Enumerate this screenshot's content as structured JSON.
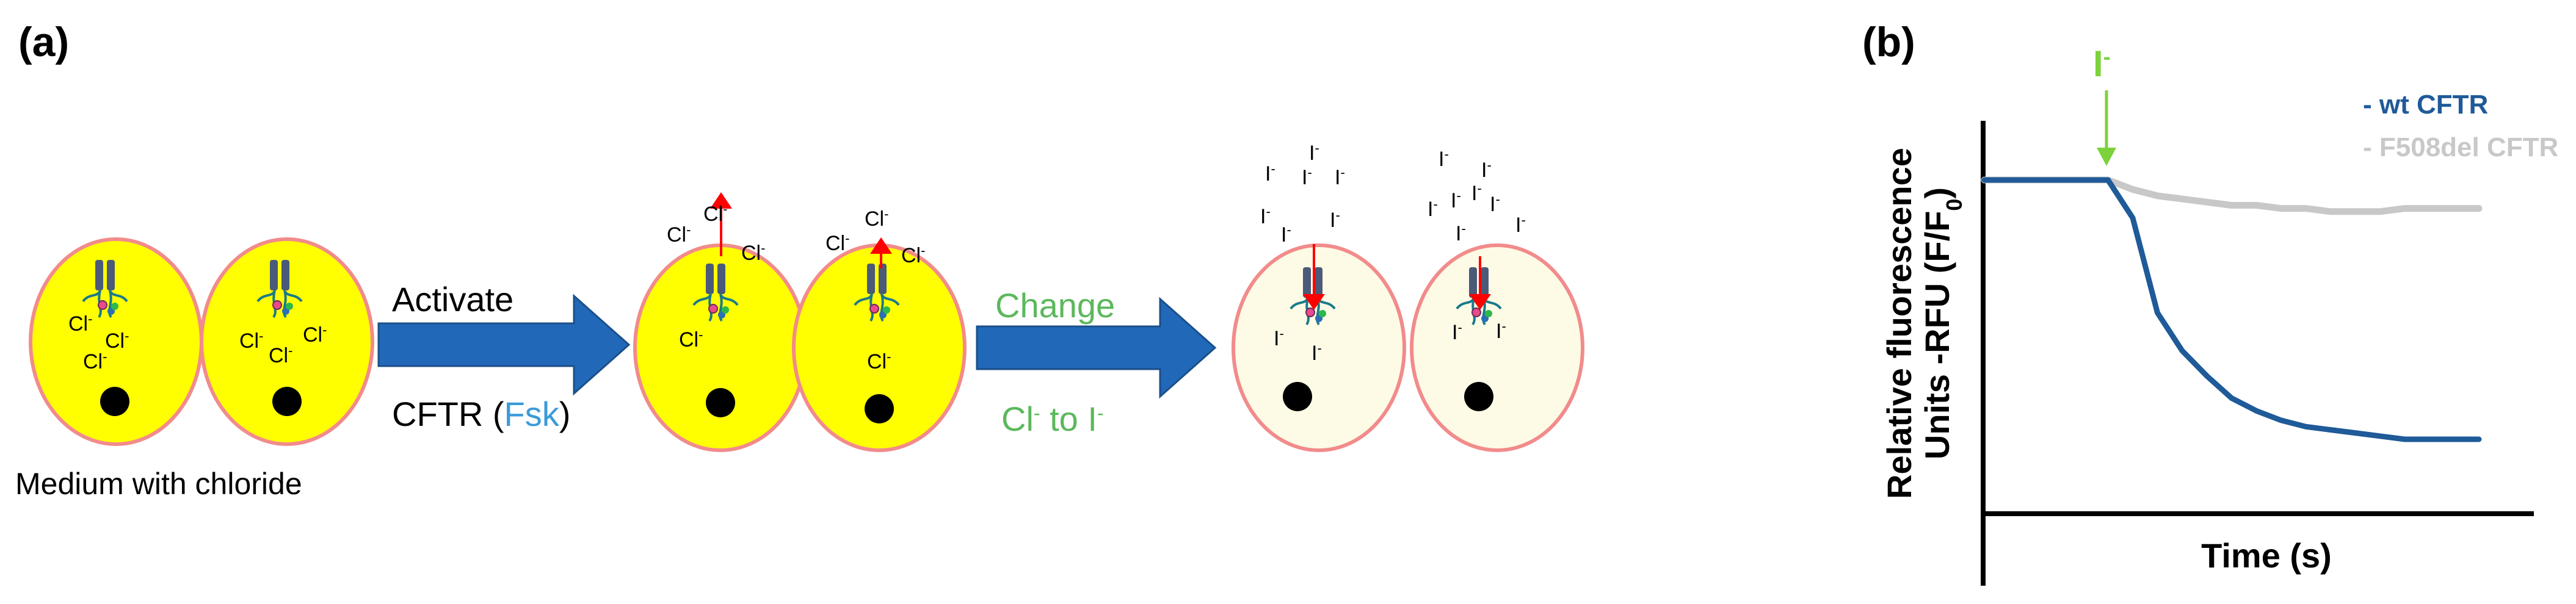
{
  "panel_a": {
    "label": "(a)",
    "ions": {
      "chloride": "Cl",
      "iodide": "I",
      "charge": "-"
    },
    "step1": {
      "top": "Activate",
      "bottom_prefix": "CFTR (",
      "bottom_drug": "Fsk",
      "bottom_suffix": ")"
    },
    "step2": {
      "top": "Change",
      "bottom_from": "Cl",
      "bottom_to_text": " to I"
    },
    "caption": "Medium with chloride",
    "colors": {
      "cytoplasm_cl": "#ffff00",
      "cytoplasm_i": "#fdfbe6",
      "membrane": "#f28b8b",
      "arrow": "#2168b8",
      "fsk": "#3a9ad9",
      "change": "#5cb85c",
      "flux": "#ff0000",
      "channel": "#4a5a78"
    }
  },
  "panel_b": {
    "label": "(b)",
    "marker": "I",
    "marker_charge": "-",
    "ylabel_line1": "Relative fluorescence",
    "ylabel_line2": "Units -RFU (F/F",
    "ylabel_sub": "0",
    "ylabel_close": ")",
    "xlabel": "Time (s)"
  },
  "chart_data": {
    "type": "line",
    "title": "",
    "xlabel": "Time (s)",
    "ylabel": "Relative fluorescence Units -RFU (F/F0)",
    "legend_position": "top-right",
    "x": [
      0,
      0.05,
      0.1,
      0.15,
      0.2,
      0.25,
      0.3,
      0.35,
      0.4,
      0.45,
      0.5,
      0.55,
      0.6,
      0.65,
      0.7,
      0.75,
      0.8,
      0.85,
      0.9,
      0.95,
      1.0
    ],
    "series": [
      {
        "name": "- wt CFTR",
        "color": "#1f5a99",
        "values": [
          1.0,
          1.0,
          1.0,
          1.0,
          1.0,
          1.0,
          0.88,
          0.58,
          0.46,
          0.38,
          0.31,
          0.27,
          0.24,
          0.22,
          0.21,
          0.2,
          0.19,
          0.18,
          0.18,
          0.18,
          0.18
        ]
      },
      {
        "name": "- F508del CFTR",
        "color": "#c8c8c8",
        "values": [
          1.0,
          1.0,
          1.0,
          1.0,
          1.0,
          1.0,
          0.97,
          0.95,
          0.94,
          0.93,
          0.92,
          0.92,
          0.91,
          0.91,
          0.9,
          0.9,
          0.9,
          0.91,
          0.91,
          0.91,
          0.91
        ]
      }
    ]
  }
}
